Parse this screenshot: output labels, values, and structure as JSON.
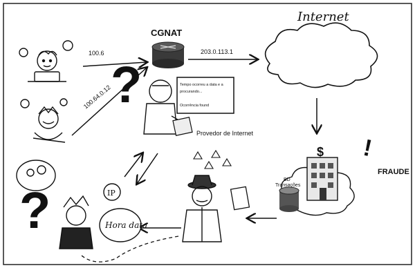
{
  "labels": {
    "cgnat": "CGNAT",
    "internet": "Internet",
    "ip_user1": "100.6",
    "ip_user2": "100.64.0.12",
    "ip_public": "203.0.113.1",
    "provider": "Provedor de Internet",
    "fraud": "FRAUDE",
    "ip_bubble": "IP",
    "note_bubble": "Hora data",
    "bd": "BD",
    "transacoes": "Transações",
    "screen_line1": "Tempo ocorreu a data e a",
    "screen_line2": "procurando...",
    "screen_line3": "Ocorrência found"
  },
  "colors": {
    "ink": "#111111",
    "cloud_fill": "#ffffff",
    "question": "#9a9a9a",
    "router": "#3a3a3a",
    "database": "#555555"
  }
}
